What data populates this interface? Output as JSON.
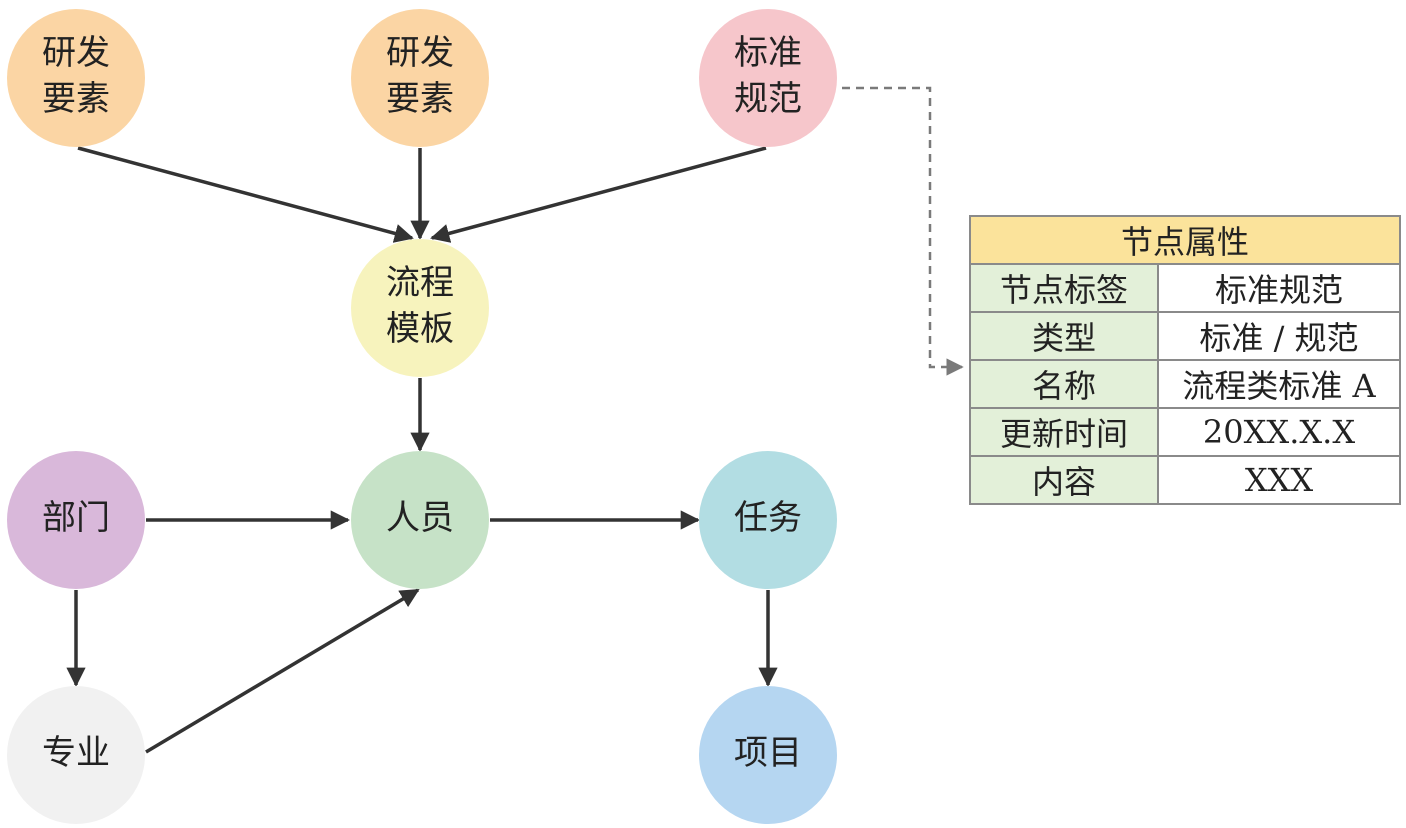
{
  "nodes": [
    {
      "id": "rd1",
      "lines": [
        "研发",
        "要素"
      ],
      "color": "#fbd5a4"
    },
    {
      "id": "rd2",
      "lines": [
        "研发",
        "要素"
      ],
      "color": "#fbd5a4"
    },
    {
      "id": "std",
      "lines": [
        "标准",
        "规范"
      ],
      "color": "#f6c6cb"
    },
    {
      "id": "tpl",
      "lines": [
        "流程",
        "模板"
      ],
      "color": "#f7f3bd"
    },
    {
      "id": "dept",
      "lines": [
        "部门"
      ],
      "color": "#d9b8da"
    },
    {
      "id": "person",
      "lines": [
        "人员"
      ],
      "color": "#c6e2c7"
    },
    {
      "id": "task",
      "lines": [
        "任务"
      ],
      "color": "#b2dde3"
    },
    {
      "id": "major",
      "lines": [
        "专业"
      ],
      "color": "#f1f1f1"
    },
    {
      "id": "project",
      "lines": [
        "项目"
      ],
      "color": "#b5d6f1"
    }
  ],
  "edges": [
    [
      "rd1",
      "tpl"
    ],
    [
      "rd2",
      "tpl"
    ],
    [
      "std",
      "tpl"
    ],
    [
      "tpl",
      "person"
    ],
    [
      "dept",
      "person"
    ],
    [
      "person",
      "task"
    ],
    [
      "dept",
      "major"
    ],
    [
      "major",
      "person"
    ],
    [
      "task",
      "project"
    ]
  ],
  "properties": {
    "title": "节点属性",
    "rows": [
      {
        "key": "节点标签",
        "value": "标准规范"
      },
      {
        "key": "类型",
        "value": "标准 / 规范"
      },
      {
        "key": "名称",
        "value": "流程类标准 A"
      },
      {
        "key": "更新时间",
        "value": "20XX.X.X"
      },
      {
        "key": "内容",
        "value": "XXX"
      }
    ]
  }
}
